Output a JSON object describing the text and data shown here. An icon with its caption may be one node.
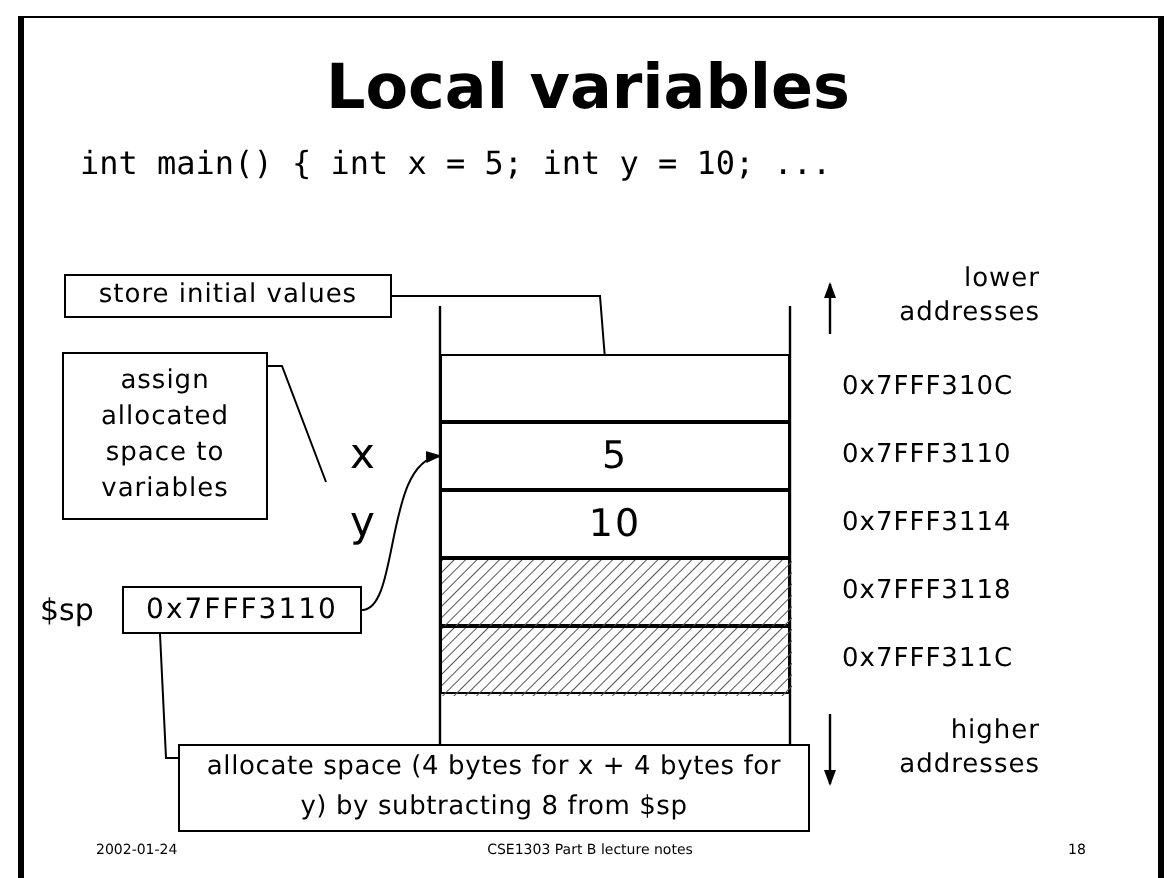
{
  "diagram": {
    "title": "Local variables",
    "nodes": [
      {
        "text": [
          "store initial values"
        ]
      },
      {
        "text": [
          "assign allocated space to variables"
        ]
      },
      {
        "text": [
          "0x7FFF3110"
        ],
        "beside": [
          "$sp"
        ]
      },
      {
        "text": [
          "allocate space (4 bytes for x + 4 bytes for y) by subtracting 8 from $sp"
        ]
      },
      {
        "text": [],
        "beside": [
          "0x7FFF310C"
        ],
        "shape": "box"
      },
      {
        "text": [
          "5"
        ],
        "beside": [
          "x",
          "0x7FFF3110"
        ]
      },
      {
        "text": [
          "10"
        ],
        "beside": [
          "y",
          "0x7FFF3114"
        ]
      },
      {
        "text": [],
        "beside": [
          "0x7FFF3118"
        ],
        "shape": "bar"
      },
      {
        "text": [],
        "beside": [
          "0x7FFF311C"
        ],
        "shape": "bar"
      }
    ],
    "edges": [
      {
        "from": 0,
        "to": 5,
        "arrow": "none"
      },
      {
        "from": 1,
        "to": null,
        "arrow": "none"
      },
      {
        "from": 2,
        "to": 5,
        "arrow": "to"
      },
      {
        "from": 3,
        "to": 2,
        "arrow": "none"
      }
    ],
    "labels": [
      "int main() { int x = 5; int y = 10; ...",
      "lower addresses",
      "higher addresses",
      "2002-01-24",
      "CSE1303 Part B lecture notes",
      "18"
    ]
  }
}
